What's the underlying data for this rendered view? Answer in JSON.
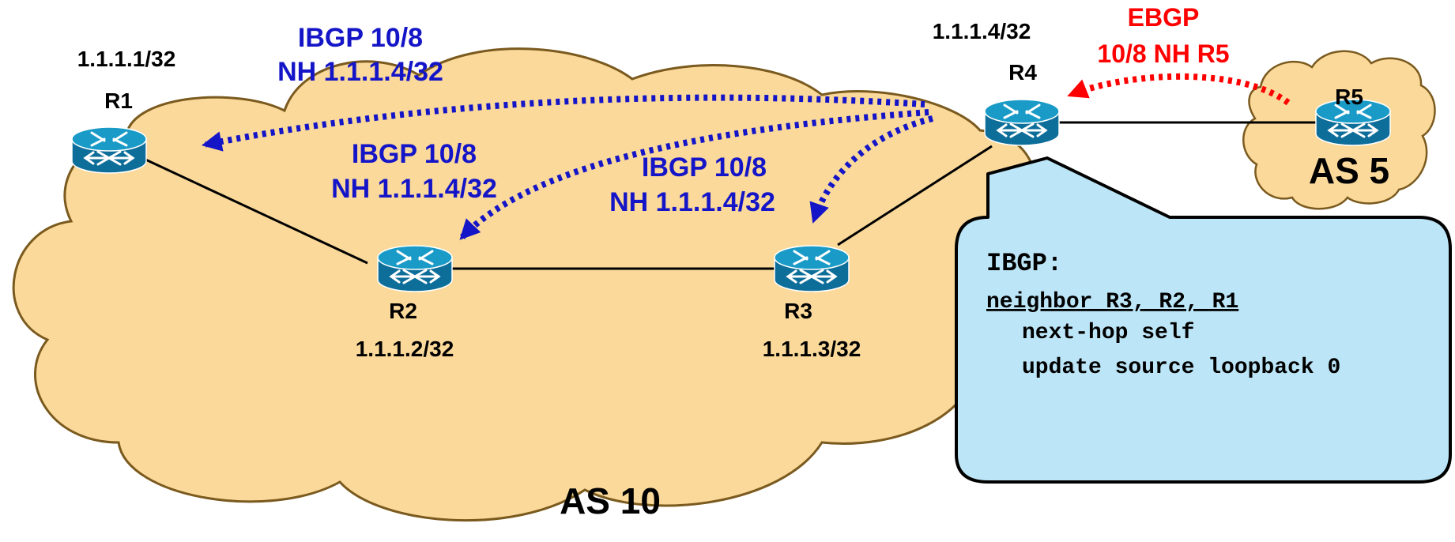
{
  "colors": {
    "cloud_as10": "#FAD99A",
    "cloud_as5": "#FAD99A",
    "cloud_border": "#7A5A1E",
    "router_top": "#1A9BC7",
    "router_body": "#0E6E9A",
    "ibgp_arrow": "#1515C8",
    "ebgp_arrow": "#FF0000",
    "callout_fill": "#BCE6F7",
    "callout_border": "#000000"
  },
  "routers": {
    "r1": {
      "name": "R1",
      "address": "1.1.1.1/32",
      "icon": "router-icon"
    },
    "r2": {
      "name": "R2",
      "address": "1.1.1.2/32",
      "icon": "router-icon"
    },
    "r3": {
      "name": "R3",
      "address": "1.1.1.3/32",
      "icon": "router-icon"
    },
    "r4": {
      "name": "R4",
      "address": "1.1.1.4/32",
      "icon": "router-icon"
    },
    "r5": {
      "name": "R5",
      "icon": "router-icon"
    }
  },
  "autonomous_systems": {
    "as10": "AS 10",
    "as5": "AS 5"
  },
  "updates": {
    "to_r1": {
      "line1": "IBGP 10/8",
      "line2": "NH 1.1.1.4/32"
    },
    "to_r2": {
      "line1": "IBGP 10/8",
      "line2": "NH 1.1.1.4/32"
    },
    "to_r3": {
      "line1": "IBGP 10/8",
      "line2": "NH 1.1.1.4/32"
    },
    "from_r5": {
      "line1": "EBGP",
      "line2": "10/8 NH R5"
    }
  },
  "config": {
    "heading": "IBGP:",
    "neighbor_line": "neighbor R3, R2, R1",
    "commands": [
      "next-hop self",
      "update source loopback 0"
    ]
  }
}
